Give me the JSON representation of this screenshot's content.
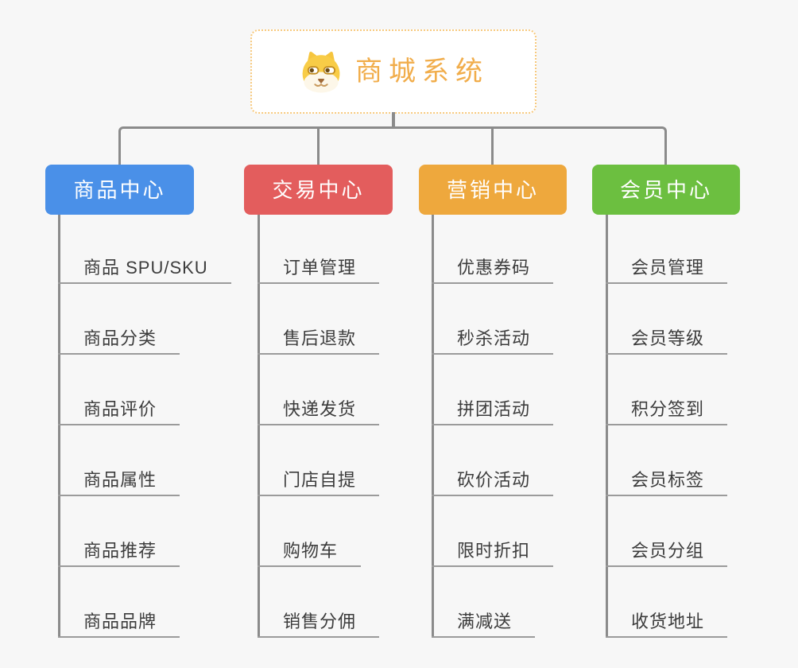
{
  "root": {
    "title": "商城系统",
    "icon": "doge-icon"
  },
  "branches": [
    {
      "id": "product-center",
      "label": "商品中心",
      "color": "#4a90e8",
      "items": [
        "商品 SPU/SKU",
        "商品分类",
        "商品评价",
        "商品属性",
        "商品推荐",
        "商品品牌"
      ]
    },
    {
      "id": "trade-center",
      "label": "交易中心",
      "color": "#e35d5d",
      "items": [
        "订单管理",
        "售后退款",
        "快递发货",
        "门店自提",
        "购物车",
        "销售分佣"
      ]
    },
    {
      "id": "marketing-center",
      "label": "营销中心",
      "color": "#eea83d",
      "items": [
        "优惠券码",
        "秒杀活动",
        "拼团活动",
        "砍价活动",
        "限时折扣",
        "满减送"
      ]
    },
    {
      "id": "member-center",
      "label": "会员中心",
      "color": "#6cbf40",
      "items": [
        "会员管理",
        "会员等级",
        "积分签到",
        "会员标签",
        "会员分组",
        "收货地址"
      ]
    }
  ],
  "colors": {
    "background": "#f7f7f7",
    "connector": "#8b8b8b",
    "underline": "#9b9b9b",
    "root_border": "#f7c97d",
    "root_text": "#f1ad4b",
    "item_text": "#3c3c3c"
  }
}
